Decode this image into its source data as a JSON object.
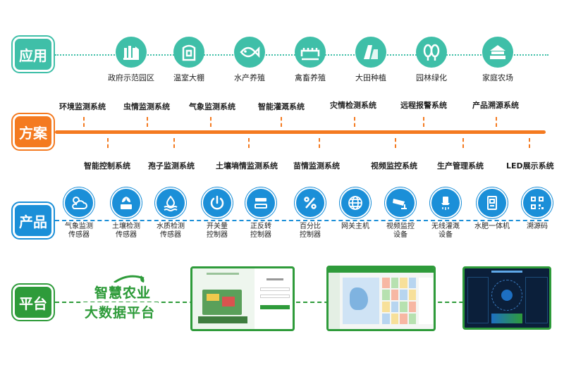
{
  "rows": {
    "apply": "应用",
    "solution": "方案",
    "product": "产品",
    "platform": "平台"
  },
  "applications": [
    {
      "label": "政府示范园区",
      "icon": "greenhouse-park-icon"
    },
    {
      "label": "温室大棚",
      "icon": "greenhouse-icon"
    },
    {
      "label": "水产养殖",
      "icon": "fish-icon"
    },
    {
      "label": "禽畜养殖",
      "icon": "livestock-icon"
    },
    {
      "label": "大田种植",
      "icon": "field-icon"
    },
    {
      "label": "园林绿化",
      "icon": "tree-icon"
    },
    {
      "label": "家庭农场",
      "icon": "farm-icon"
    }
  ],
  "solutions_top": [
    "环境监测系统",
    "虫情监测系统",
    "气象监测系统",
    "智能灌溉系统",
    "灾情检测系统",
    "远程报警系统",
    "产品溯源系统"
  ],
  "solutions_bottom": [
    "智能控制系统",
    "孢子监测系统",
    "土壤墒情监测系统",
    "苗情监测系统",
    "视频监控系统",
    "生产管理系统",
    "LED展示系统"
  ],
  "products": [
    {
      "label": "气象监测传感器",
      "line1": "气象监测",
      "line2": "传感器",
      "icon": "weather-icon"
    },
    {
      "label": "土壤检测传感器",
      "line1": "土壤检测",
      "line2": "传感器",
      "icon": "soil-icon"
    },
    {
      "label": "水质检测传感器",
      "line1": "水质检测",
      "line2": "传感器",
      "icon": "water-icon"
    },
    {
      "label": "开关量控制器",
      "line1": "开关量",
      "line2": "控制器",
      "icon": "power-icon"
    },
    {
      "label": "正反转控制器",
      "line1": "正反转",
      "line2": "控制器",
      "icon": "reverse-icon"
    },
    {
      "label": "百分比控制器",
      "line1": "百分比",
      "line2": "控制器",
      "icon": "percent-icon"
    },
    {
      "label": "网关主机",
      "line1": "网关主机",
      "line2": "",
      "icon": "globe-icon"
    },
    {
      "label": "视频监控设备",
      "line1": "视频监控",
      "line2": "设备",
      "icon": "camera-icon"
    },
    {
      "label": "无线灌溉设备",
      "line1": "无线灌溉",
      "line2": "设备",
      "icon": "irrigation-icon"
    },
    {
      "label": "水肥一体机",
      "line1": "水肥一体机",
      "line2": "",
      "icon": "fertilizer-icon"
    },
    {
      "label": "溯源码",
      "line1": "溯源码",
      "line2": "",
      "icon": "qrcode-icon"
    }
  ],
  "platform": {
    "logo_line1": "智慧农业",
    "logo_line2": "大数据平台"
  },
  "colors": {
    "teal": "#3fbfa8",
    "orange": "#f47a20",
    "blue": "#1b8fd8",
    "green": "#2e9b3a"
  }
}
